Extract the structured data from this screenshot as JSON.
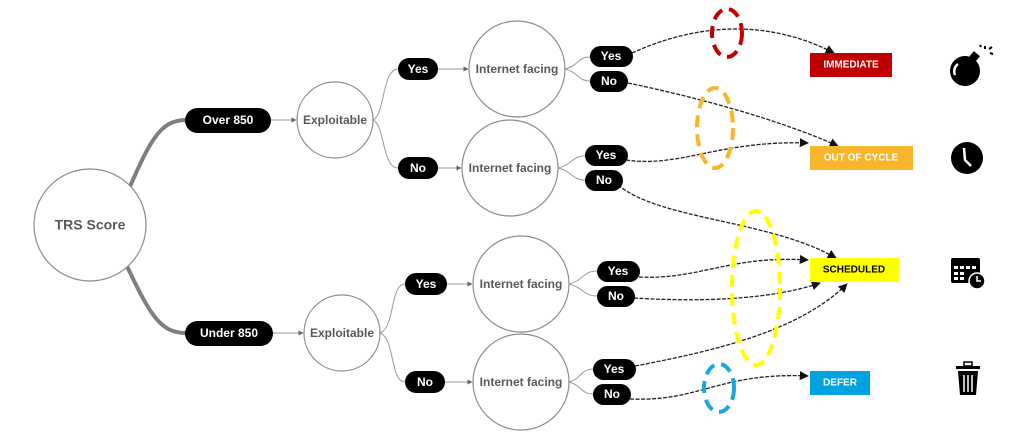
{
  "root": {
    "label": "TRS Score"
  },
  "branches": [
    {
      "label": "Over 850",
      "node": "Exploitable",
      "options": [
        {
          "label": "Yes",
          "node": "Internet facing",
          "answers": [
            "Yes",
            "No"
          ]
        },
        {
          "label": "No",
          "node": "Internet facing",
          "answers": [
            "Yes",
            "No"
          ]
        }
      ]
    },
    {
      "label": "Under 850",
      "node": "Exploitable",
      "options": [
        {
          "label": "Yes",
          "node": "Internet facing",
          "answers": [
            "Yes",
            "No"
          ]
        },
        {
          "label": "No",
          "node": "Internet facing",
          "answers": [
            "Yes",
            "No"
          ]
        }
      ]
    }
  ],
  "outcomes": [
    {
      "label": "IMMEDIATE",
      "color": "#c00000",
      "text_color": "#ffffff",
      "icon": "bomb-icon"
    },
    {
      "label": "OUT OF CYCLE",
      "color": "#f9b52c",
      "text_color": "#ffffff",
      "icon": "clock-icon"
    },
    {
      "label": "SCHEDULED",
      "color": "#ffff00",
      "text_color": "#000000",
      "icon": "calendar-clock-icon"
    },
    {
      "label": "DEFER",
      "color": "#00a3e0",
      "text_color": "#ffffff",
      "icon": "trash-icon"
    }
  ],
  "highlight_colors": [
    "#c00000",
    "#f9b52c",
    "#ffff00",
    "#1aa7e0"
  ]
}
